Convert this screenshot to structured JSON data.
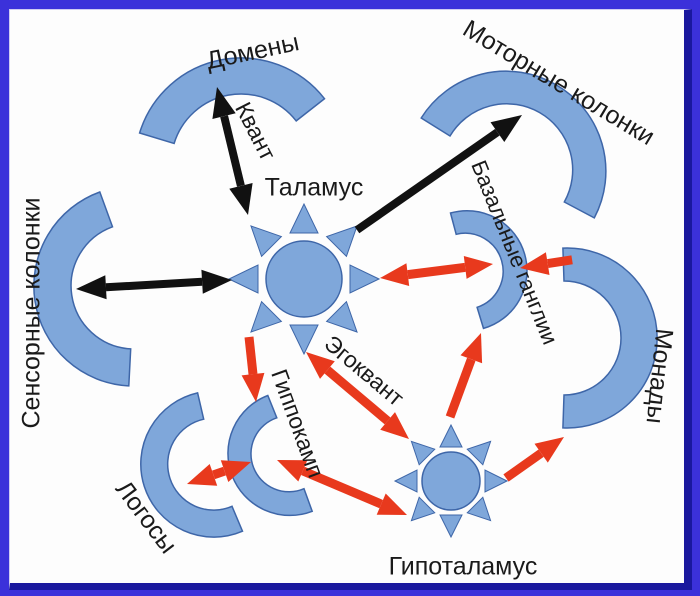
{
  "diagram_type": "concept-diagram",
  "language": "ru",
  "labels": {
    "domains": "Домены",
    "kvant": "Квант",
    "thalamus": "Таламус",
    "motor_columns": "Моторные колонки",
    "sensory_columns": "Сенсорные колонки",
    "basal_ganglia": "Базальные ганглии",
    "monads": "Монады",
    "egokvant": "Эгоквант",
    "hippocampus": "Гиппокамп",
    "logos": "Логосы",
    "hypothalamus": "Гипоталамус"
  },
  "nodes": [
    {
      "id": "domains",
      "shape": "arc"
    },
    {
      "id": "motor_columns",
      "shape": "arc"
    },
    {
      "id": "sensory_columns",
      "shape": "arc"
    },
    {
      "id": "basal_ganglia",
      "shape": "arc"
    },
    {
      "id": "monads",
      "shape": "arc"
    },
    {
      "id": "logos",
      "shape": "arc"
    },
    {
      "id": "hippocampus",
      "shape": "arc"
    },
    {
      "id": "thalamus",
      "shape": "sun"
    },
    {
      "id": "hypothalamus",
      "shape": "sun"
    }
  ],
  "edges": [
    {
      "from": "thalamus",
      "to": "domains",
      "color": "black",
      "heads": "both",
      "label": "Квант"
    },
    {
      "from": "thalamus",
      "to": "sensory_columns",
      "color": "black",
      "heads": "both",
      "label": ""
    },
    {
      "from": "thalamus",
      "to": "motor_columns",
      "color": "black",
      "heads": "end",
      "label": ""
    },
    {
      "from": "thalamus",
      "to": "basal_ganglia",
      "color": "red",
      "heads": "both",
      "label": ""
    },
    {
      "from": "monads",
      "to": "basal_ganglia",
      "color": "red",
      "heads": "end",
      "label": ""
    },
    {
      "from": "hypothalamus",
      "to": "basal_ganglia",
      "color": "red",
      "heads": "end",
      "label": ""
    },
    {
      "from": "thalamus",
      "to": "hypothalamus",
      "color": "red",
      "heads": "both",
      "label": "Эгоквант"
    },
    {
      "from": "thalamus",
      "to": "hippocampus",
      "color": "red",
      "heads": "end",
      "label": ""
    },
    {
      "from": "logos",
      "to": "hippocampus",
      "color": "red",
      "heads": "both",
      "label": ""
    },
    {
      "from": "hippocampus",
      "to": "hypothalamus",
      "color": "red",
      "heads": "both",
      "label": ""
    },
    {
      "from": "hypothalamus",
      "to": "monads",
      "color": "red",
      "heads": "end",
      "label": ""
    }
  ],
  "colors": {
    "frame_blue": "#3B31DA",
    "frame_bevel_navy": "#1A189E",
    "frame_inner_line": "#CFCBF2",
    "background": "#FDFDFD",
    "shape_fill": "#7FA7DA",
    "shape_stroke": "#3E66A8",
    "arrow_black": "#111111",
    "arrow_red": "#E8391D",
    "text": "#1A1A1A"
  }
}
